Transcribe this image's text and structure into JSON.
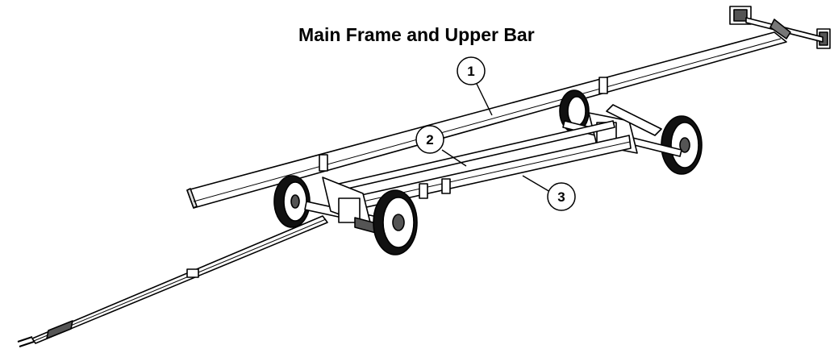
{
  "title": "Main Frame and Upper Bar",
  "callouts": [
    {
      "label": "1"
    },
    {
      "label": "2"
    },
    {
      "label": "3"
    }
  ]
}
